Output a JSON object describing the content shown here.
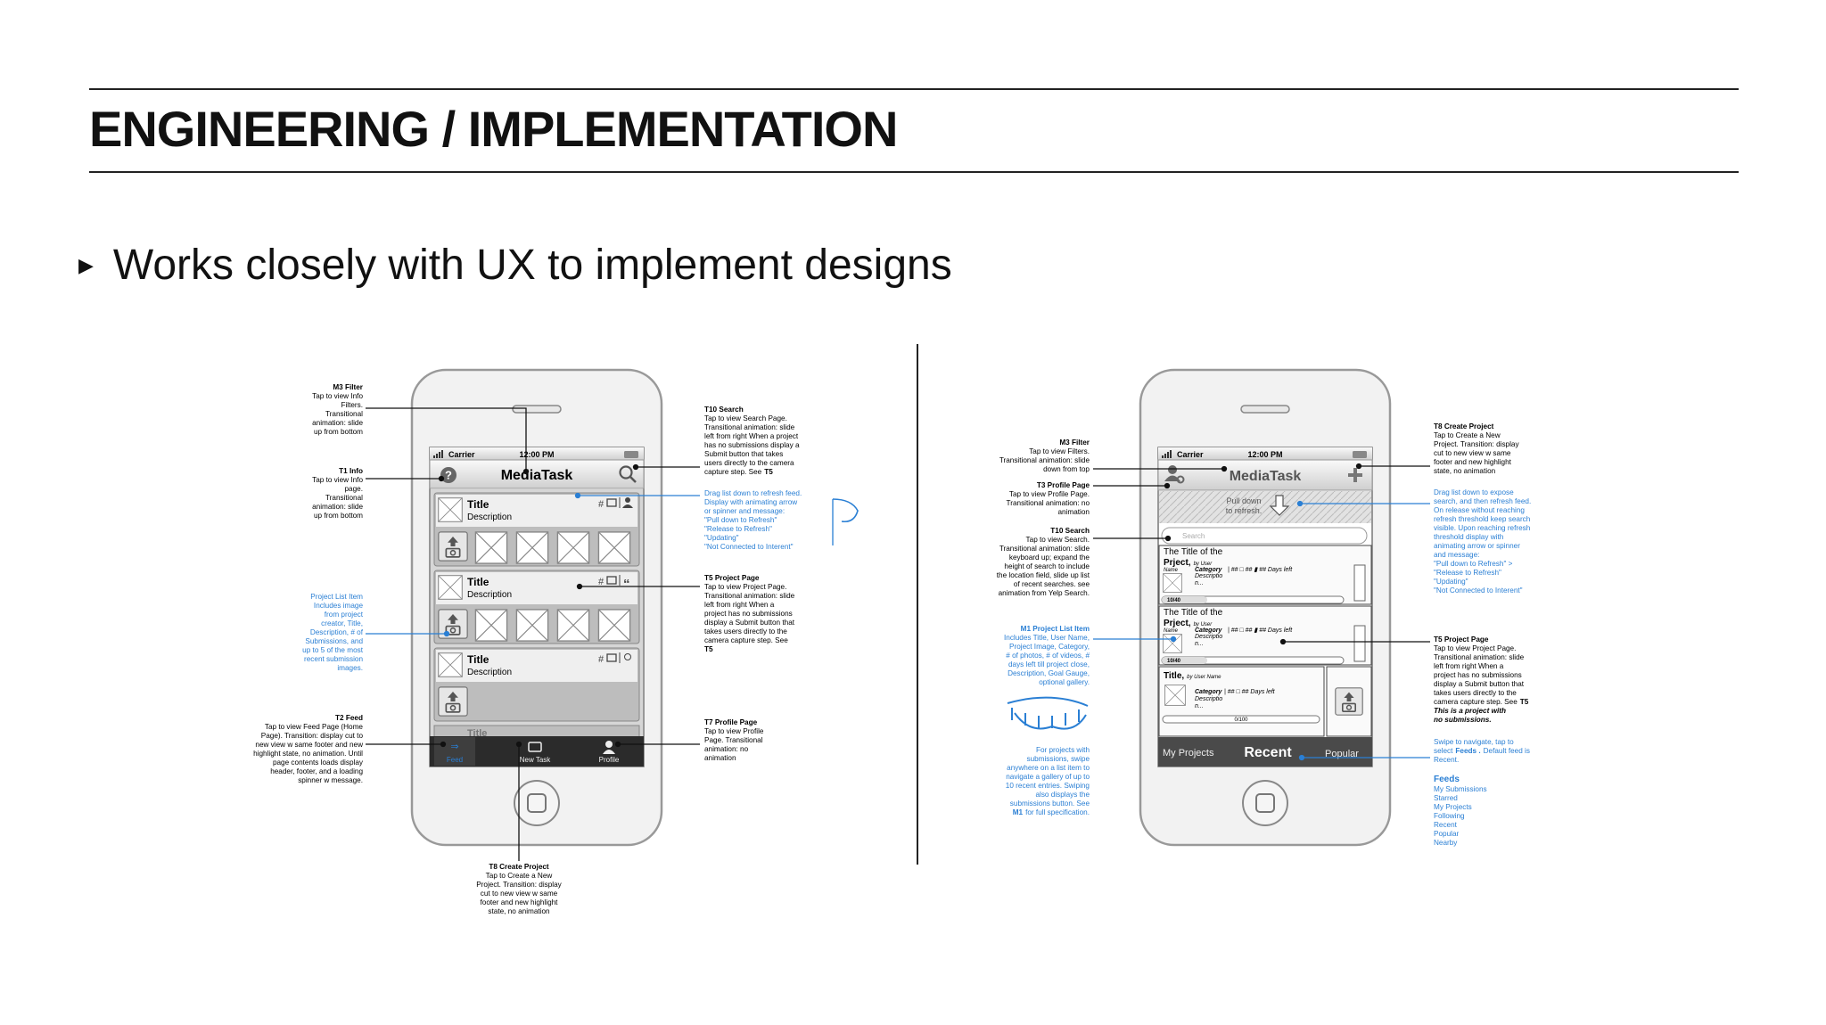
{
  "slide": {
    "title": "ENGINEERING / IMPLEMENTATION",
    "bullet": "Works closely with UX to implement designs"
  },
  "colors": {
    "annotation_black": "#111111",
    "annotation_blue": "#2a7fd4",
    "phone_body": "#f2f2f2",
    "navbar_dark": "#2b2b2b",
    "feed_icon_blue": "#2a7fd4"
  },
  "left_phone": {
    "status": {
      "carrier": "Carrier",
      "time": "12:00 PM"
    },
    "app_title": "MediaTask",
    "items": [
      {
        "title": "Title",
        "description": "Description"
      },
      {
        "title": "Title",
        "description": "Description"
      },
      {
        "title": "Title",
        "description": "Description"
      }
    ],
    "partial_item_title": "Title",
    "tabs": {
      "feed": "Feed",
      "new_task": "New Task",
      "profile": "Profile"
    },
    "hash": "#"
  },
  "left_annotations": {
    "m3": {
      "head": "M3 Filter",
      "lines": [
        "Tap to view Info",
        "Filters.",
        "Transitional",
        "animation: slide",
        "up from bottom"
      ]
    },
    "t1": {
      "head": "T1 Info",
      "lines": [
        "Tap to view Info",
        "page.",
        "Transitional",
        "animation: slide",
        "up from bottom"
      ]
    },
    "project_list": {
      "lines": [
        "Project List Item",
        "Includes image",
        "from project",
        "creator, Title,",
        "Description, # of",
        "Submissions, and",
        "up to 5 of the most",
        "recent submission",
        "images."
      ]
    },
    "t2": {
      "head": "T2 Feed",
      "lines": [
        "Tap to view Feed Page (Home",
        "Page). Transition: display cut to",
        "new view w same footer and new",
        "highlight state, no animation. Until",
        "page contents loads display",
        "header, footer, and a loading",
        "spinner w message."
      ]
    },
    "t10": {
      "head": "T10 Search",
      "lines": [
        "Tap to view Search Page.",
        "Transitional animation: slide",
        "left from right When a project",
        "has no submissions display a",
        "Submit button that takes",
        "users directly to the camera",
        "capture step. See"
      ],
      "ref": "T5"
    },
    "refresh": {
      "lines": [
        "Drag list down to refresh feed.",
        "Display with animating arrow",
        "or spinner and message:",
        "\"Pull down to Refresh\"",
        "\"Release to Refresh\"",
        "\"Updating\"",
        "\"Not Connected to Interent\""
      ]
    },
    "t5": {
      "head": "T5 Project Page",
      "lines": [
        "Tap to view Project Page.",
        "Transitional animation: slide",
        "left from right When a",
        "project has no submissions",
        "display a Submit button that",
        "takes users directly to the",
        "camera capture step. See"
      ],
      "ref": "T5"
    },
    "t7": {
      "head": "T7 Profile Page",
      "lines": [
        "Tap to view Profile",
        "Page. Transitional",
        "animation: no",
        "animation"
      ]
    },
    "t8": {
      "head": "T8 Create Project",
      "lines": [
        "Tap to Create a New",
        "Project. Transition: display",
        "cut to new view w same",
        "footer and new highlight",
        "state, no animation"
      ]
    }
  },
  "right_phone": {
    "status": {
      "carrier": "Carrier",
      "time": "12:00 PM"
    },
    "app_title": "MediaTask",
    "pull": [
      "Pull down",
      "to refresh."
    ],
    "search_placeholder": "Search",
    "items": [
      {
        "title1": "The Title of the",
        "title2": "Prject,",
        "by": "by User",
        "name": "Name",
        "category": "Category",
        "meta": "| ## □ ## ▮ ## Days left",
        "desc": "Descriptio",
        "desc2": "n...",
        "progress": "10/40"
      },
      {
        "title1": "The Title of the",
        "title2": "Prject,",
        "by": "by User",
        "name": "Name",
        "category": "Category",
        "meta": "| ## □ ## ▮ ## Days left",
        "desc": "Descriptio",
        "desc2": "n...",
        "progress": "10/40"
      }
    ],
    "third": {
      "title": "Title,",
      "by": "by User Name",
      "category": "Category",
      "meta": "| ## □ ## Days left",
      "desc": "Descriptio",
      "desc2": "n...",
      "progress": "0/100"
    },
    "tabs": {
      "my": "My Projects",
      "recent": "Recent",
      "popular": "Popular"
    }
  },
  "right_annotations": {
    "m3": {
      "head": "M3 Filter",
      "lines": [
        "Tap to view Filters.",
        "Transitional animation: slide",
        "down from top"
      ]
    },
    "t3": {
      "head": "T3 Profile Page",
      "lines": [
        "Tap to view Profile Page.",
        "Transitional animation: no",
        "animation"
      ]
    },
    "t10": {
      "head": "T10 Search",
      "lines": [
        "Tap to view Search.",
        "Transitional animation: slide",
        "keyboard up; expand the",
        "height of search  to include",
        "the location field, slide up list",
        "of recent searches. see",
        "animation from Yelp Search."
      ]
    },
    "m1": {
      "head": "M1 Project List Item",
      "lines": [
        "Includes Title, User Name,",
        "Project Image, Category,",
        "# of photos, # of videos, #",
        "days left till project close,",
        "Description, Goal Gauge,",
        "optional gallery."
      ]
    },
    "swipe": {
      "lines": [
        "For projects with",
        "submissions, swipe",
        "anywhere on a list item to",
        "navigate a gallery of up to",
        "10 recent entries. Swiping",
        "also displays the",
        "submissions button. See"
      ],
      "ref": "M1",
      "ref_tail": "for full specification."
    },
    "t8": {
      "head": "T8 Create Project",
      "lines": [
        "Tap to Create a New",
        "Project. Transition: display",
        "cut to new view w same",
        "footer and new highlight",
        "state, no animation"
      ]
    },
    "expose": {
      "lines": [
        "Drag list down to expose",
        "search, and then refresh feed.",
        "On release without reaching",
        "refresh threshold keep search",
        "visible. Upon reaching refresh",
        "threshold display with",
        "animating arrow or spinner",
        "and message:",
        "\"Pull down to Refresh\" >",
        "\"Release to Refresh\"",
        "\"Updating\"",
        "\"Not Connected to Interent\""
      ]
    },
    "t5": {
      "head": "T5 Project Page",
      "lines": [
        "Tap to view Project Page.",
        "Transitional animation: slide",
        "left from right When a",
        "project has no submissions",
        "display a Submit button that",
        "takes users directly to the",
        "camera capture step. See"
      ],
      "ref": "T5",
      "ref_tail": "This is a project with",
      "ref_tail2": "no submissions."
    },
    "nav": {
      "lines": [
        "Swipe to navigate, tap to",
        "select",
        "Default feed is",
        "Recent."
      ],
      "bold": "Feeds ."
    },
    "feeds": {
      "head": "Feeds",
      "items": [
        "My Submissions",
        "Starred",
        "My Projects",
        "Following",
        "Recent",
        "Popular",
        "Nearby"
      ]
    }
  }
}
